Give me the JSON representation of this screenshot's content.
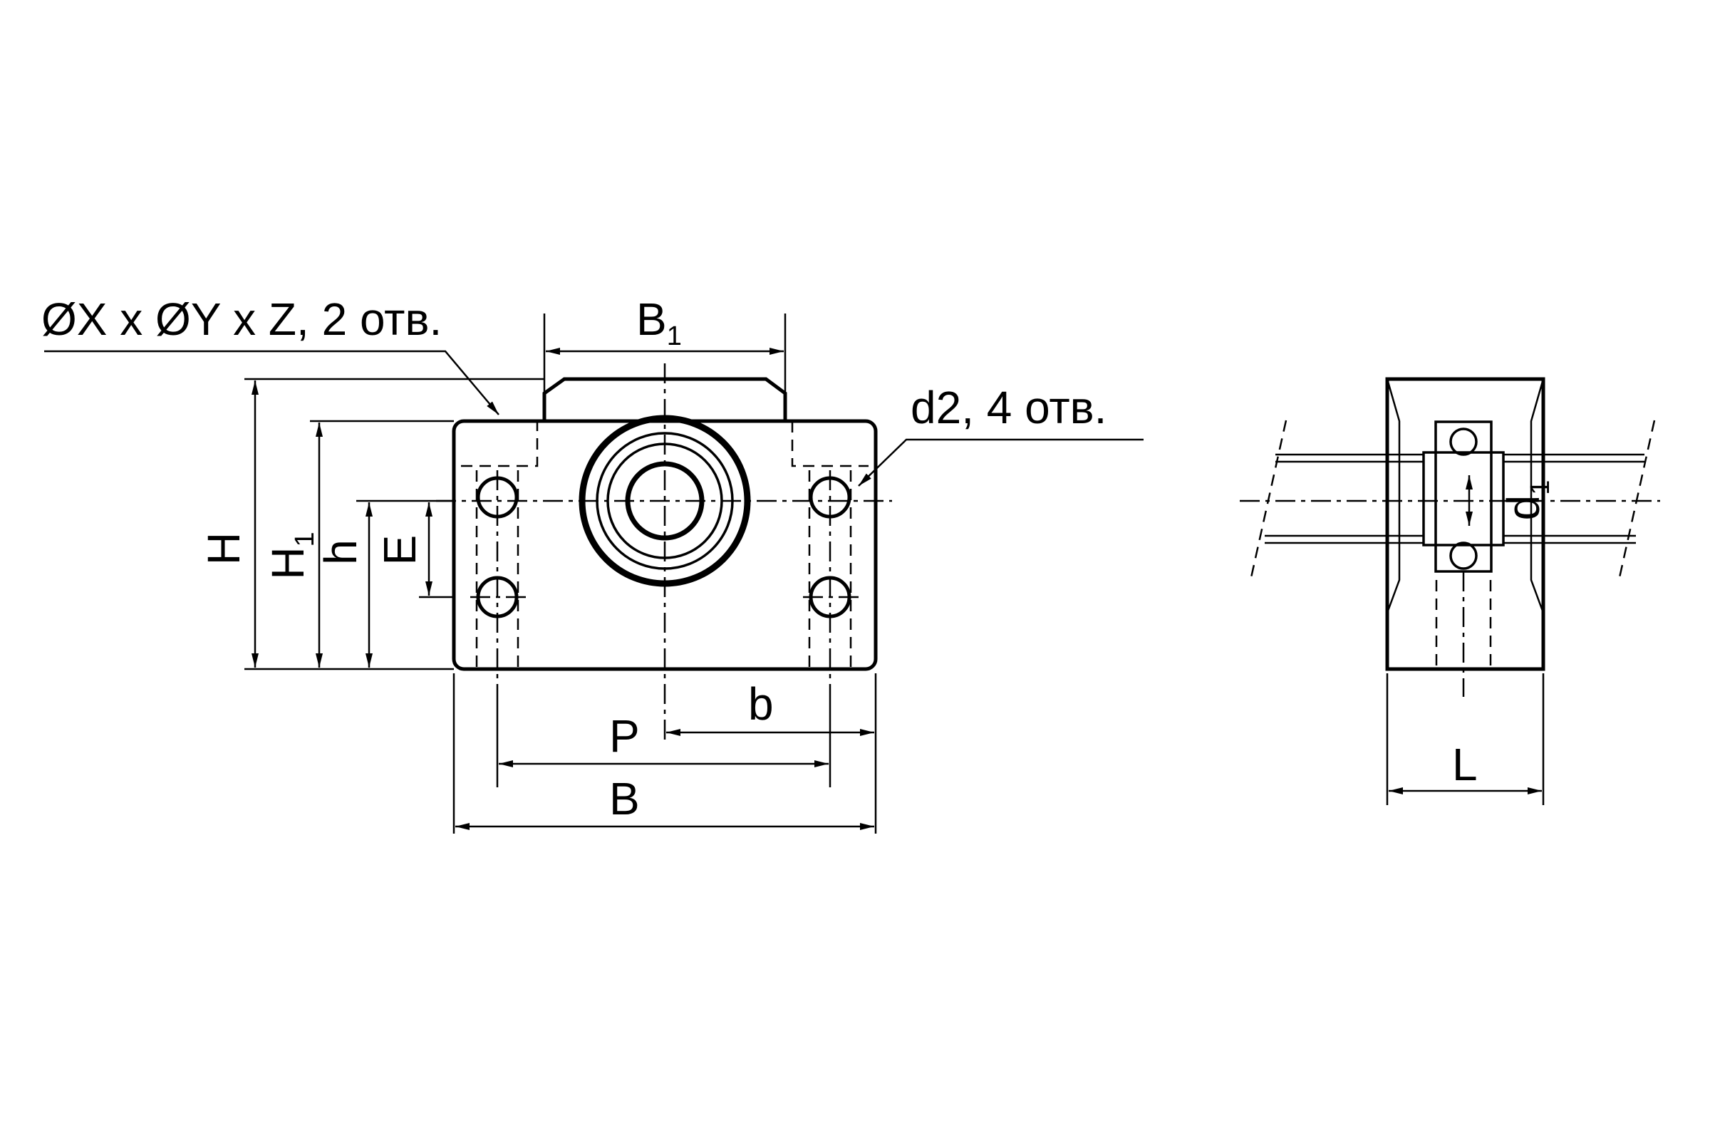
{
  "front_view": {
    "callout_holes": "ØX x ØY x Z, 2 отв.",
    "callout_d2": "d2, 4 отв.",
    "dim_B1": "B",
    "dim_B1_sub": "1",
    "dim_H": "H",
    "dim_H1": "H",
    "dim_H1_sub": "1",
    "dim_h": "h",
    "dim_E": "E",
    "dim_b": "b",
    "dim_P": "P",
    "dim_B": "B"
  },
  "side_view": {
    "dim_d1": "d",
    "dim_d1_sub": "1",
    "dim_L": "L"
  }
}
